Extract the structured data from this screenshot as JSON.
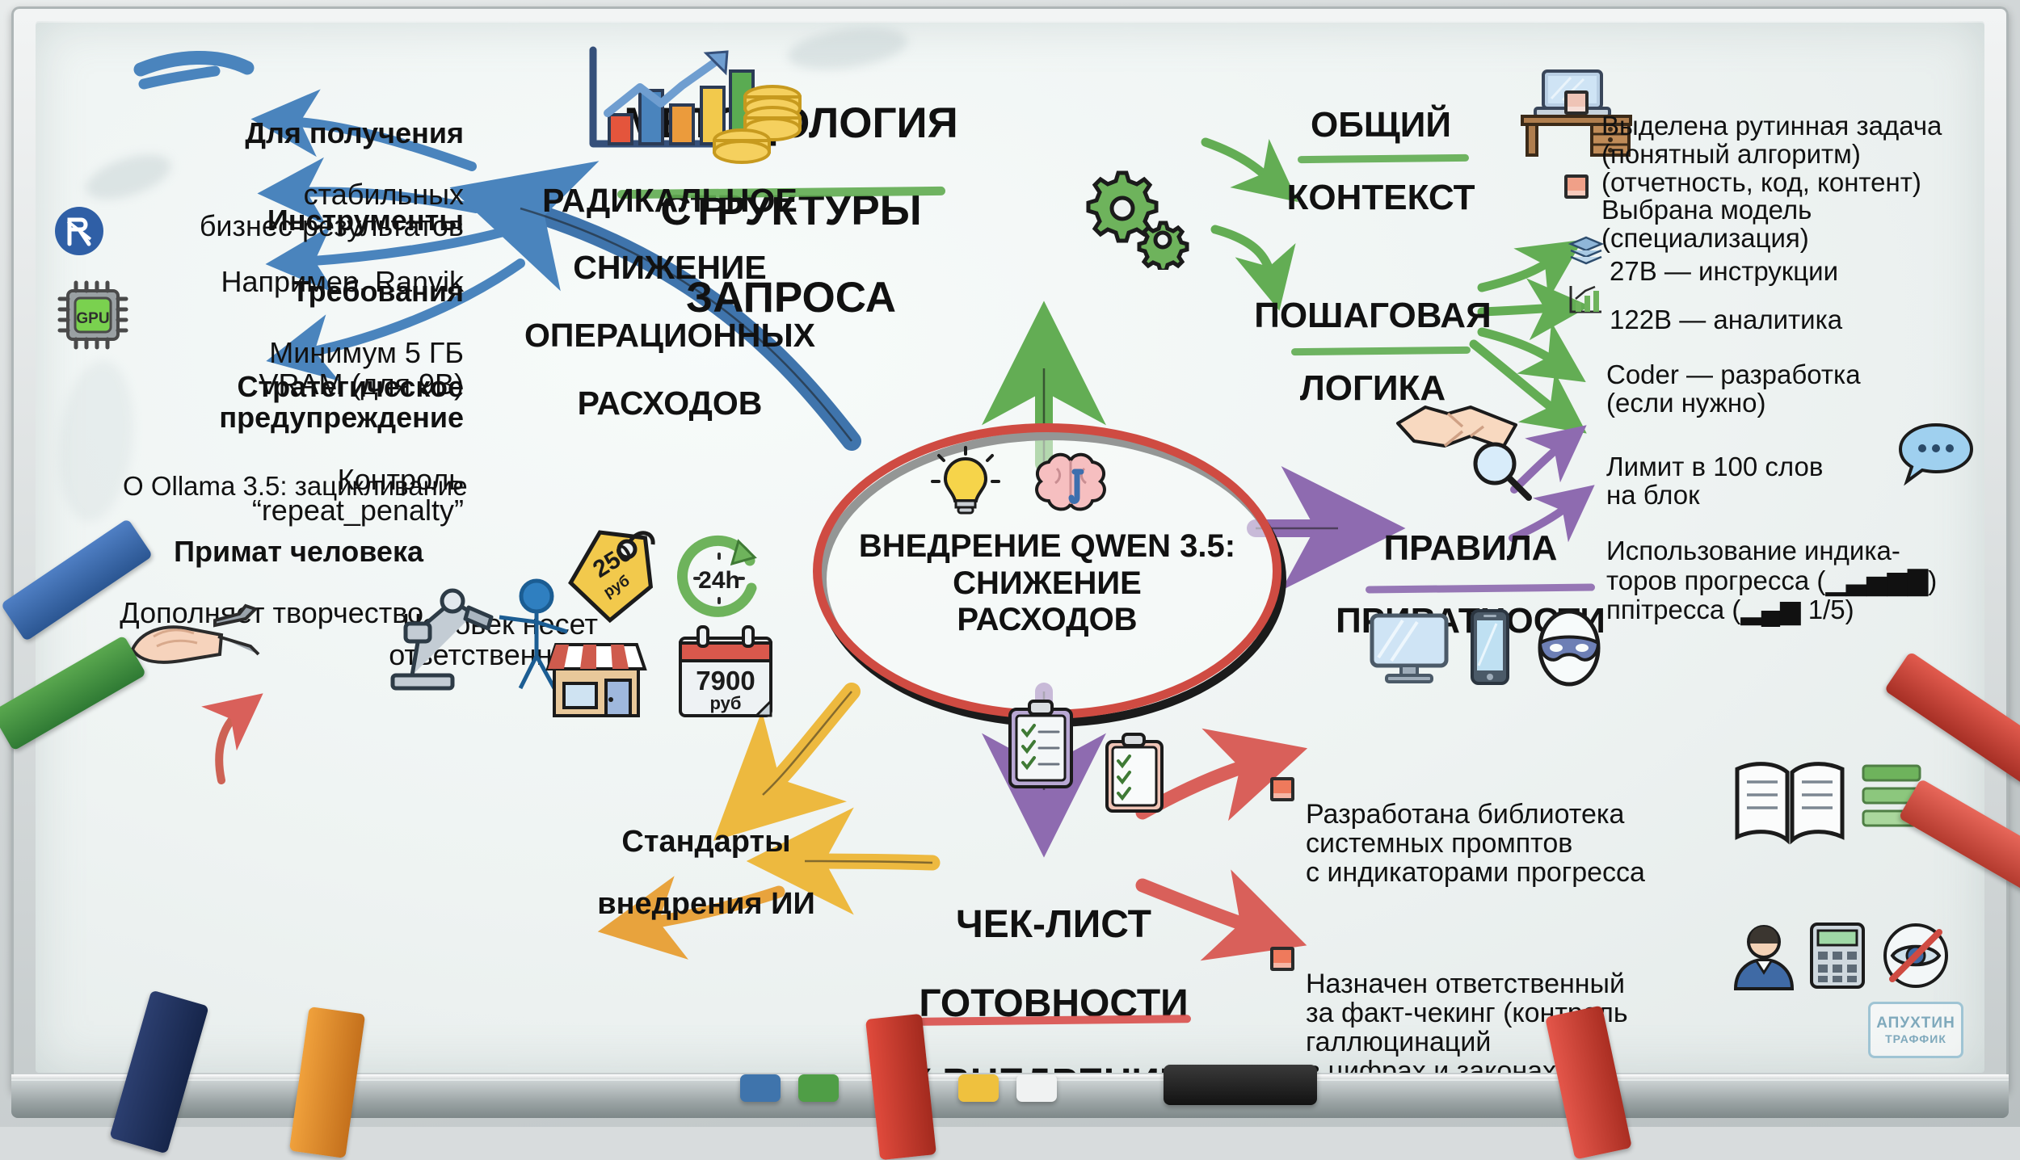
{
  "board": {
    "center": {
      "title_line1": "ВНЕДРЕНИЕ QWEN 3.5:",
      "title_line2": "СНИЖЕНИЕ",
      "title_line3": "РАСХОДОВ"
    },
    "top_title": {
      "line1": "МЕТОДОЛОГИЯ",
      "line2": "СТРУКТУРЫ",
      "line3": "ЗАПРОСА"
    },
    "nodes": {
      "radical": {
        "line1": "РАДИКАЛЬНОЕ",
        "line2": "СНИЖЕНИЕ",
        "line3": "ОПЕРАЦИОННЫХ",
        "line4": "РАСХОДОВ"
      },
      "common_context": {
        "line1": "ОБЩИЙ",
        "line2": "КОНТЕКСТ"
      },
      "step_logic": {
        "line1": "ПОШАГОВАЯ",
        "line2": "ЛОГИКА"
      },
      "privacy": {
        "line1": "ПРАВИЛА",
        "line2": "ПРИВАТНОСТИ"
      },
      "checklist": {
        "line1": "ЧЕК-ЛИСТ",
        "line2": "ГОТОВНОСТИ",
        "line3": "К ВНЕДРЕНИЮ"
      },
      "standards": {
        "line1": "Стандарты",
        "line2": "внедрения ИИ"
      }
    },
    "left_column": [
      {
        "id": "stable-results",
        "bold": "Для получения",
        "rest": "стабильных\nбизнес-результатов"
      },
      {
        "id": "tools",
        "bold": "Инструменты",
        "rest": "Например, Ranvik"
      },
      {
        "id": "requirements",
        "bold": "Требования",
        "rest": "Минимум 5 ГБ\nVRAM (для 9B)"
      },
      {
        "id": "strategic-warning",
        "bold": "Стратегическое\nпредупреждение",
        "rest": "Контроль\n“repeat_penalty”"
      },
      {
        "id": "ollama-note",
        "bold": "",
        "rest": "О Ollama 3.5: зацикливание"
      },
      {
        "id": "human-primacy",
        "bold": "Примат человека",
        "rest": "Дополняет творчество"
      },
      {
        "id": "human-responsible",
        "bold": "",
        "rest": "Человек несет\nответственность"
      }
    ],
    "right_column": [
      {
        "id": "routine-task",
        "checkbox": true,
        "text": "Выделена рутинная задача\n(понятный алгоритм)\n(отчетность, код, контент)"
      },
      {
        "id": "model-chosen",
        "checkbox": true,
        "text": "Выбрана модель\n(специализация)"
      },
      {
        "id": "27b",
        "checkbox": false,
        "icon": "layers-icon",
        "text": "27B — инструкции"
      },
      {
        "id": "122b",
        "checkbox": false,
        "icon": "bar-chart-icon",
        "text": "122B — аналитика"
      },
      {
        "id": "coder",
        "checkbox": false,
        "text": "Coder — разработка\n(если нужно)"
      },
      {
        "id": "word-limit",
        "checkbox": false,
        "text": "Лимит в 100 слов\nна блок"
      },
      {
        "id": "progress-indicators",
        "checkbox": false,
        "text": "Использование индика-\nторов прогресса (▁▃▅▆▇)\nппітресса (▂▄▆ 1/5)"
      }
    ],
    "bottom_right": [
      {
        "id": "prompt-library",
        "checkbox": true,
        "text": "Разработана библиотека\nсистемных промптов\nс индикаторами прогресса"
      },
      {
        "id": "fact-checking",
        "checkbox": true,
        "text": "Назначен ответственный\nза факт-чекинг (контроль галлюцинаций\nв цифрах и законах)"
      }
    ],
    "price_icons": {
      "tag": "250\nруб",
      "clock": "24h",
      "calendar_amount": "7900",
      "calendar_unit": "руб"
    },
    "gpu_badge": "GPU",
    "watermark": {
      "line1": "АПУХТИН",
      "line2": "ТРАФФИК"
    },
    "colors": {
      "board": "#eef3f2",
      "center_ring": "#cf4b42",
      "green": "#63ad54",
      "blue": "#4a84bd",
      "purple": "#8e6bb0",
      "red": "#d9605a",
      "yellow": "#f2c14b",
      "orange": "#e8a33d",
      "checkbox_salmon": "#ef7a5c"
    }
  }
}
